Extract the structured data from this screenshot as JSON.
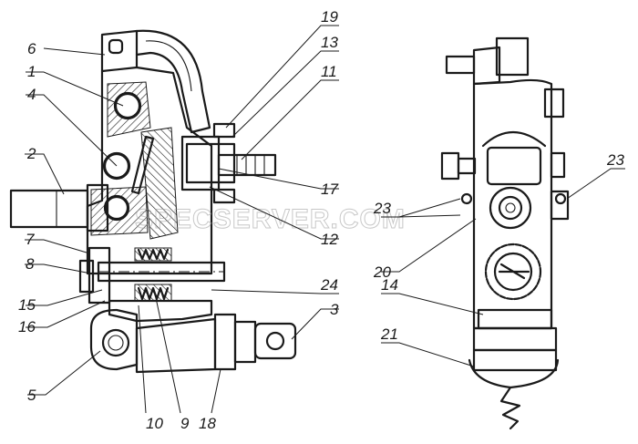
{
  "watermark": "SPECSERVER.COM",
  "colors": {
    "ink": "#1a1a1a",
    "hatch": "#1a1a1a",
    "watermark": "#9a9a9a"
  },
  "callouts": [
    {
      "id": "c6",
      "text": "6"
    },
    {
      "id": "c1",
      "text": "1"
    },
    {
      "id": "c4",
      "text": "4"
    },
    {
      "id": "c2",
      "text": "2"
    },
    {
      "id": "c7",
      "text": "7"
    },
    {
      "id": "c8",
      "text": "8"
    },
    {
      "id": "c15",
      "text": "15"
    },
    {
      "id": "c16",
      "text": "16"
    },
    {
      "id": "c5",
      "text": "5"
    },
    {
      "id": "c10",
      "text": "10"
    },
    {
      "id": "c9",
      "text": "9"
    },
    {
      "id": "c18",
      "text": "18"
    },
    {
      "id": "c19",
      "text": "19"
    },
    {
      "id": "c13",
      "text": "13"
    },
    {
      "id": "c11",
      "text": "11"
    },
    {
      "id": "c17",
      "text": "17"
    },
    {
      "id": "c12",
      "text": "12"
    },
    {
      "id": "c24",
      "text": "24"
    },
    {
      "id": "c3",
      "text": "3"
    },
    {
      "id": "c23a",
      "text": "23"
    },
    {
      "id": "c23b",
      "text": "23"
    },
    {
      "id": "c20",
      "text": "20"
    },
    {
      "id": "c14",
      "text": "14"
    },
    {
      "id": "c21",
      "text": "21"
    }
  ]
}
